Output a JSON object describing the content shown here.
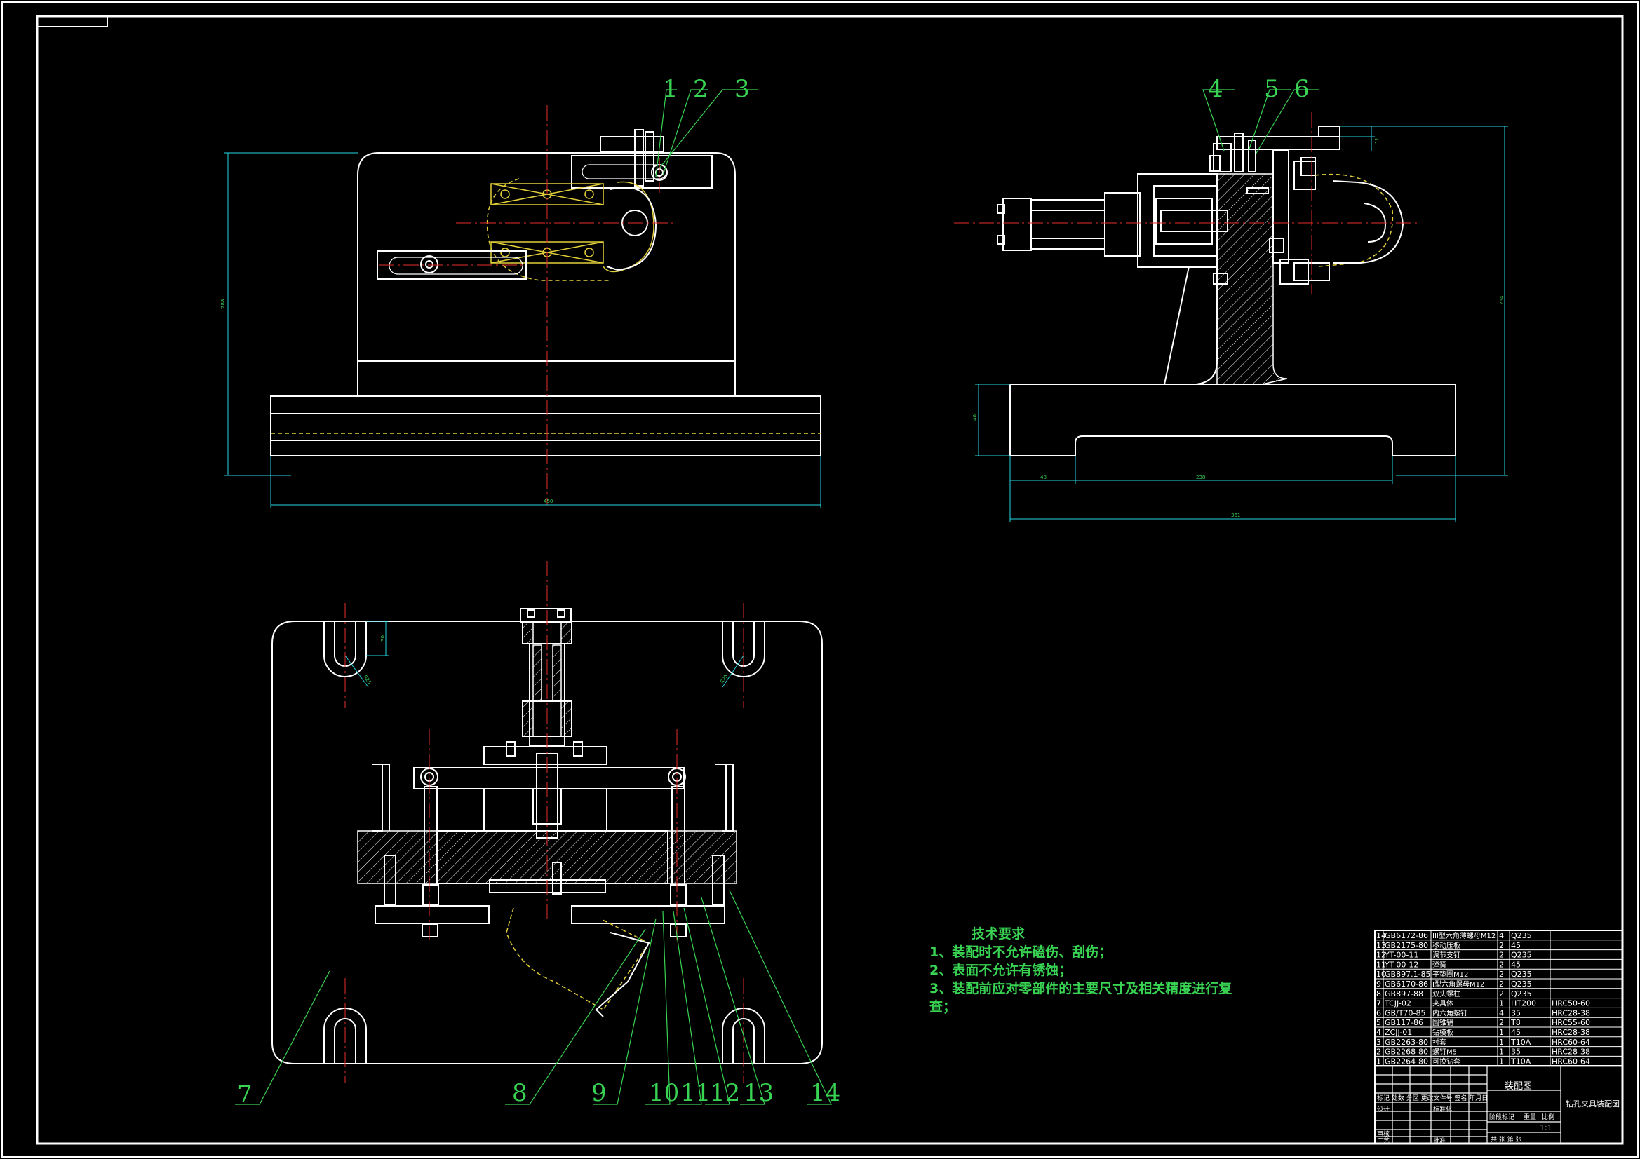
{
  "drawing": {
    "title": "装配图",
    "drawing_name": "钻孔夹具装配图",
    "scale": "1:1"
  },
  "callouts": [
    "1",
    "2",
    "3",
    "4",
    "5",
    "6",
    "7",
    "8",
    "9",
    "10",
    "11",
    "12",
    "13",
    "14"
  ],
  "technical_requirements": {
    "title": "技术要求",
    "items": [
      "1、装配时不允许磕伤、刮伤；",
      "2、表面不允许有锈蚀；",
      "3、装配前应对零部件的主要尺寸及相关精度进行复",
      "查；"
    ]
  },
  "dimensions": {
    "front_width": "450",
    "front_height": "288",
    "side_base_height": "40",
    "side_left": "48",
    "side_middle": "238",
    "side_total": "361",
    "side_height": "264",
    "side_top": "11",
    "slot_depth": "30",
    "slot_radius": "R25"
  },
  "bom": [
    {
      "no": "14",
      "code": "GB6172-86",
      "name": "III型六角薄螺母M12",
      "qty": "4",
      "material": "Q235",
      "note": ""
    },
    {
      "no": "13",
      "code": "GB2175-80",
      "name": "移动压板",
      "qty": "2",
      "material": "45",
      "note": ""
    },
    {
      "no": "12",
      "code": "YT-00-11",
      "name": "调节支钉",
      "qty": "2",
      "material": "Q235",
      "note": ""
    },
    {
      "no": "11",
      "code": "YT-00-12",
      "name": "弹簧",
      "qty": "2",
      "material": "45",
      "note": ""
    },
    {
      "no": "10",
      "code": "GB897.1-85",
      "name": "平垫圈M12",
      "qty": "2",
      "material": "Q235",
      "note": ""
    },
    {
      "no": "9",
      "code": "GB6170-86",
      "name": "I型六角螺母M12",
      "qty": "2",
      "material": "Q235",
      "note": ""
    },
    {
      "no": "8",
      "code": "GB897-88",
      "name": "双头螺柱",
      "qty": "2",
      "material": "Q235",
      "note": ""
    },
    {
      "no": "7",
      "code": "TCJJ-02",
      "name": "夹具体",
      "qty": "1",
      "material": "HT200",
      "note": "HRC50-60"
    },
    {
      "no": "6",
      "code": "GB/T70-85",
      "name": "内六角螺钉",
      "qty": "4",
      "material": "35",
      "note": "HRC28-38"
    },
    {
      "no": "5",
      "code": "GB117-86",
      "name": "圆锥销",
      "qty": "2",
      "material": "T8",
      "note": "HRC55-60"
    },
    {
      "no": "4",
      "code": "ZCJJ-01",
      "name": "钻模板",
      "qty": "1",
      "material": "45",
      "note": "HRC28-38"
    },
    {
      "no": "3",
      "code": "GB2263-80",
      "name": "衬套",
      "qty": "1",
      "material": "T10A",
      "note": "HRC60-64"
    },
    {
      "no": "2",
      "code": "GB2268-80",
      "name": "螺钉M5",
      "qty": "1",
      "material": "35",
      "note": "HRC28-38"
    },
    {
      "no": "1",
      "code": "GB2264-80",
      "name": "可换钻套",
      "qty": "1",
      "material": "T10A",
      "note": "HRC60-64"
    }
  ],
  "title_block": {
    "row1": [
      "标记",
      "处数",
      "分区",
      "更改文件号",
      "签名",
      "年月日"
    ],
    "design": "设计",
    "standard": "标准化",
    "review": "审核",
    "process": "工艺",
    "approve": "批准",
    "stage": "阶段标记",
    "weight": "重量",
    "ratio": "比例",
    "sheets": "共 张 第 张"
  },
  "colors": {
    "background": "#000000",
    "outline": "#ffffff",
    "text": "#39d353",
    "center_line": "#e52b2b",
    "hidden": "#e3cf3a",
    "dimension": "#28d7e6"
  }
}
